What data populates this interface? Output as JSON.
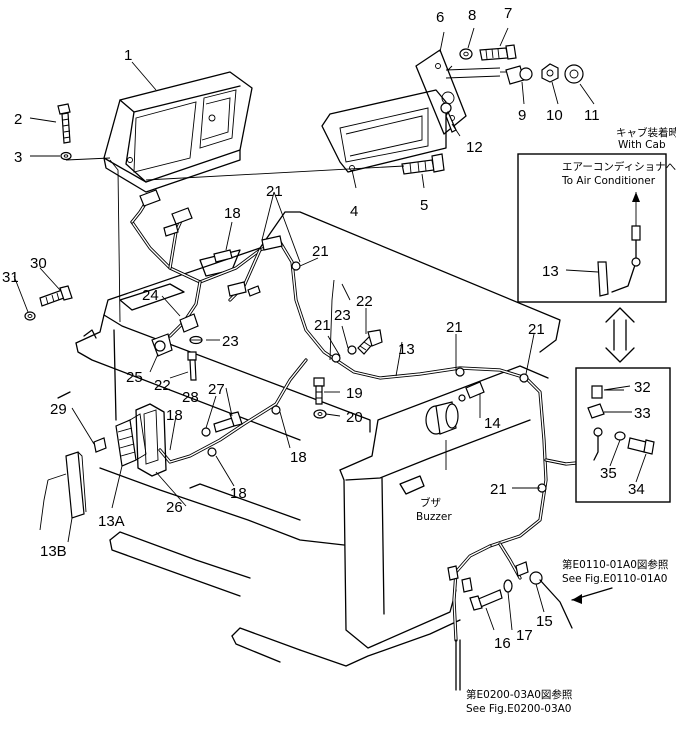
{
  "callouts": [
    {
      "id": "c1",
      "text": "1"
    },
    {
      "id": "c2",
      "text": "2"
    },
    {
      "id": "c3",
      "text": "3"
    },
    {
      "id": "c4",
      "text": "4"
    },
    {
      "id": "c5",
      "text": "5"
    },
    {
      "id": "c6",
      "text": "6"
    },
    {
      "id": "c7",
      "text": "7"
    },
    {
      "id": "c8",
      "text": "8"
    },
    {
      "id": "c9",
      "text": "9"
    },
    {
      "id": "c10",
      "text": "10"
    },
    {
      "id": "c11",
      "text": "11"
    },
    {
      "id": "c12",
      "text": "12"
    },
    {
      "id": "c13a",
      "text": "13"
    },
    {
      "id": "c13b",
      "text": "13"
    },
    {
      "id": "c13A",
      "text": "13A"
    },
    {
      "id": "c13B",
      "text": "13B"
    },
    {
      "id": "c14",
      "text": "14"
    },
    {
      "id": "c15",
      "text": "15"
    },
    {
      "id": "c16",
      "text": "16"
    },
    {
      "id": "c17",
      "text": "17"
    },
    {
      "id": "c18a",
      "text": "18"
    },
    {
      "id": "c18b",
      "text": "18"
    },
    {
      "id": "c18c",
      "text": "18"
    },
    {
      "id": "c18d",
      "text": "18"
    },
    {
      "id": "c19",
      "text": "19"
    },
    {
      "id": "c20",
      "text": "20"
    },
    {
      "id": "c21a",
      "text": "21"
    },
    {
      "id": "c21b",
      "text": "21"
    },
    {
      "id": "c21c",
      "text": "21"
    },
    {
      "id": "c21d",
      "text": "21"
    },
    {
      "id": "c21e",
      "text": "21"
    },
    {
      "id": "c21f",
      "text": "21"
    },
    {
      "id": "c22a",
      "text": "22"
    },
    {
      "id": "c22b",
      "text": "22"
    },
    {
      "id": "c23a",
      "text": "23"
    },
    {
      "id": "c23b",
      "text": "23"
    },
    {
      "id": "c24",
      "text": "24"
    },
    {
      "id": "c25",
      "text": "25"
    },
    {
      "id": "c26",
      "text": "26"
    },
    {
      "id": "c27",
      "text": "27"
    },
    {
      "id": "c28",
      "text": "28"
    },
    {
      "id": "c29",
      "text": "29"
    },
    {
      "id": "c30",
      "text": "30"
    },
    {
      "id": "c31",
      "text": "31"
    },
    {
      "id": "c32",
      "text": "32"
    },
    {
      "id": "c33",
      "text": "33"
    },
    {
      "id": "c34",
      "text": "34"
    },
    {
      "id": "c35",
      "text": "35"
    }
  ],
  "notes": {
    "with_cab_jp": "キャブ装着時",
    "with_cab_en": "With Cab",
    "to_aircon_jp": "エアーコンディショナへ",
    "to_aircon_en": "To Air Conditioner",
    "buzzer_jp": "ブザ",
    "buzzer_en": "Buzzer",
    "fig_e0110_jp": "第E0110-01A0図参照",
    "fig_e0110_en": "See Fig.E0110-01A0",
    "fig_e0200_jp": "第E0200-03A0図参照",
    "fig_e0200_en": "See Fig.E0200-03A0"
  }
}
